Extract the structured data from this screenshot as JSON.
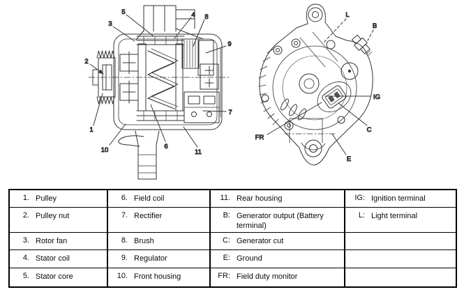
{
  "figure": {
    "description": "Alternator / generator component diagram, cross-section view and rear view",
    "colors": {
      "line": "#333333",
      "text": "#111111",
      "border": "#000000",
      "background": "#ffffff"
    }
  },
  "diagram": {
    "left": {
      "name": "cross-section-view",
      "callouts": {
        "n1": "1",
        "n2": "2",
        "n3": "3",
        "n4": "4",
        "n5": "5",
        "n6": "6",
        "n7": "7",
        "n8": "8",
        "n9": "9",
        "n10": "10",
        "n11": "11"
      }
    },
    "right": {
      "name": "rear-view",
      "callouts": {
        "l": "L",
        "b": "B",
        "ig": "IG",
        "c": "C",
        "e": "E",
        "fr": "FR"
      }
    }
  },
  "table": {
    "rows": [
      {
        "cells": [
          {
            "num": "1.",
            "label": "Pulley"
          },
          {
            "num": "6.",
            "label": "Field coil"
          },
          {
            "num": "11.",
            "label": "Rear housing"
          },
          {
            "num": "IG:",
            "label": "Ignition terminal"
          }
        ]
      },
      {
        "cells": [
          {
            "num": "2.",
            "label": "Pulley nut"
          },
          {
            "num": "7.",
            "label": "Rectifier"
          },
          {
            "num": "B:",
            "label": "Generator output (Battery terminal)"
          },
          {
            "num": "L:",
            "label": "Light terminal"
          }
        ]
      },
      {
        "cells": [
          {
            "num": "3.",
            "label": "Rotor fan"
          },
          {
            "num": "8.",
            "label": "Brush"
          },
          {
            "num": "C:",
            "label": "Generator cut"
          },
          {
            "num": "",
            "label": ""
          }
        ]
      },
      {
        "cells": [
          {
            "num": "4.",
            "label": "Stator coil"
          },
          {
            "num": "9.",
            "label": "Regulator"
          },
          {
            "num": "E:",
            "label": "Ground"
          },
          {
            "num": "",
            "label": ""
          }
        ]
      },
      {
        "cells": [
          {
            "num": "5.",
            "label": "Stator core"
          },
          {
            "num": "10.",
            "label": "Front housing"
          },
          {
            "num": "FR:",
            "label": "Field duty monitor"
          },
          {
            "num": "",
            "label": ""
          }
        ]
      }
    ]
  }
}
